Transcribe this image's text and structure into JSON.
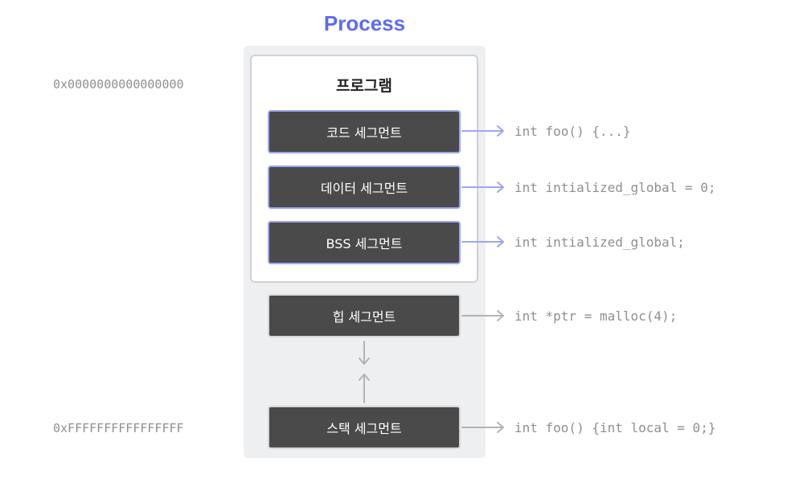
{
  "title": "Process",
  "program": {
    "title": "프로그램"
  },
  "segments": [
    {
      "label": "코드 세그먼트",
      "code": "int foo() {...}"
    },
    {
      "label": "데이터 세그먼트",
      "code": "int intialized_global = 0;"
    },
    {
      "label": "BSS 세그먼트",
      "code": "int intialized_global;"
    },
    {
      "label": "힙 세그먼트",
      "code": "int *ptr = malloc(4);"
    },
    {
      "label": "스택 세그먼트",
      "code": "int foo() {int local = 0;}"
    }
  ],
  "addresses": {
    "low": "0x0000000000000000",
    "high": "0xFFFFFFFFFFFFFFFF"
  },
  "colors": {
    "title": "#5b6cf0",
    "segment_fill": "#4a4a4a",
    "program_arrow": "#9fa6f0",
    "other_arrow": "#b4b4b4",
    "code_text": "#8f8f8f"
  }
}
